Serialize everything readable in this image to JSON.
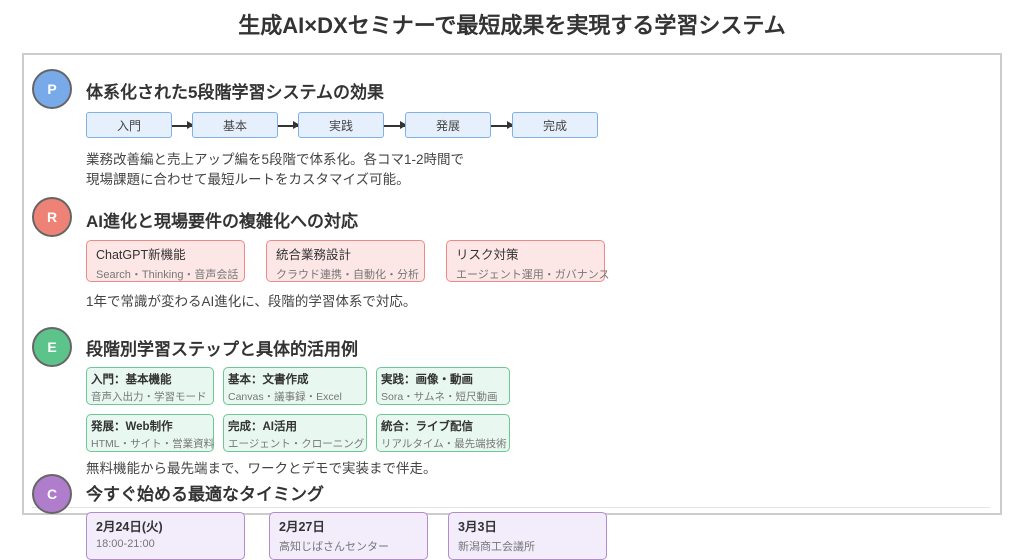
{
  "title": "生成AI×DXセミナーで最短成果を実現する学習システム",
  "sections": [
    {
      "badge": "P",
      "color": "#78aaea",
      "heading": "体系化された5段階学習システムの効果",
      "flow": [
        "入門",
        "基本",
        "実践",
        "発展",
        "完成"
      ],
      "text": [
        "業務改善編と売上アップ編を5段階で体系化。各コマ1-2時間で",
        "現場課題に合わせて最短ルートをカスタマイズ可能。"
      ]
    },
    {
      "badge": "R",
      "color": "#ee8276",
      "heading": "AI進化と現場要件の複雑化への対応",
      "cards": [
        {
          "title": "ChatGPT新機能",
          "sub": "Search・Thinking・音声会話"
        },
        {
          "title": "統合業務設計",
          "sub": "クラウド連携・自動化・分析"
        },
        {
          "title": "リスク対策",
          "sub": "エージェント運用・ガバナンス"
        }
      ],
      "text": "1年で常識が変わるAI進化に、段階的学習体系で対応。"
    },
    {
      "badge": "E",
      "color": "#5cc48a",
      "heading": "段階別学習ステップと具体的活用例",
      "cards": [
        {
          "title": "入門：基本機能",
          "sub": "音声入出力・学習モード"
        },
        {
          "title": "基本：文書作成",
          "sub": "Canvas・議事録・Excel"
        },
        {
          "title": "実践：画像・動画",
          "sub": "Sora・サムネ・短尺動画"
        },
        {
          "title": "発展：Web制作",
          "sub": "HTML・サイト・営業資料"
        },
        {
          "title": "完成：AI活用",
          "sub": "エージェント・クローニング"
        },
        {
          "title": "統合：ライブ配信",
          "sub": "リアルタイム・最先端技術"
        }
      ],
      "text": "無料機能から最先端まで、ワークとデモで実装まで伴走。"
    },
    {
      "badge": "C",
      "color": "#b07ccc",
      "heading": "今すぐ始める最適なタイミング",
      "cards": [
        {
          "title": "2月24日(火)",
          "sub": "18:00-21:00"
        },
        {
          "title": "2月27日",
          "sub": "高知じばさんセンター"
        },
        {
          "title": "3月3日",
          "sub": "新潟商工会議所"
        }
      ]
    }
  ]
}
